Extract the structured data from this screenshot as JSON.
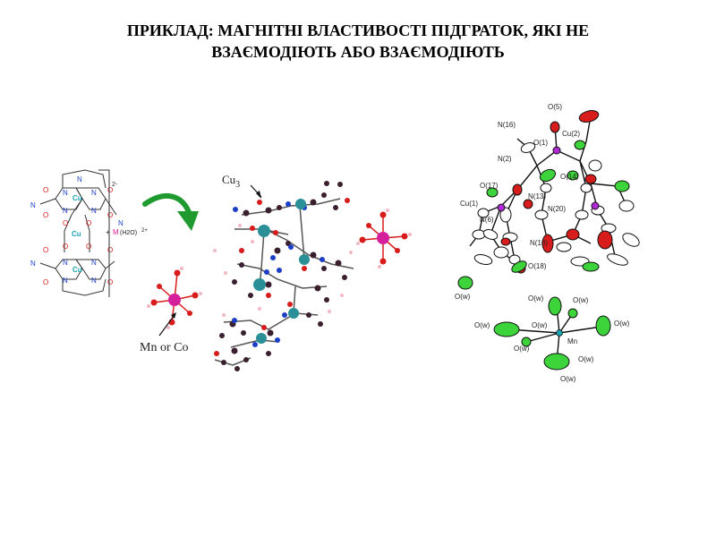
{
  "slide": {
    "title_line1": "ПРИКЛАД: МАГНІТНІ ВЛАСТИВОСТІ ПІДГРАТОК, ЯКІ НЕ",
    "title_line2": "ВЗАЄМОДІЮТЬ АБО ВЗАЄМОДІЮТЬ"
  },
  "scheme": {
    "charge": "2-",
    "cu_atom": "Cu",
    "plus": "+",
    "metal_symbol": "M",
    "hydrate": "(H2O)",
    "hydrate_charge": "2+",
    "n_atom": "N",
    "o_atom": "O",
    "colors": {
      "cu": "#1aa3b0",
      "metal": "#d4209a",
      "nitrogen": "#1c3fc8",
      "oxygen": "#d81c1c",
      "arrow": "#1f9a2e"
    }
  },
  "packing": {
    "cu3_label": "Cu",
    "cu3_sub": "3",
    "mn_co_label": "Mn or Co"
  },
  "ortep": {
    "labels": {
      "o5": "O(5)",
      "n16": "N(16)",
      "cu2": "Cu(2)",
      "o1": "O(1)",
      "n2": "N(2)",
      "o14": "O(14)",
      "o17": "O(17)",
      "n13": "N(13)",
      "cu1": "Cu(1)",
      "n20": "N(20)",
      "n6": "N(6)",
      "n10": "N(10)",
      "o18": "O(18)",
      "ow1": "O(w)",
      "ow2": "O(w)",
      "ow3": "O(w)",
      "ow4": "O(w)",
      "ow5": "O(w)",
      "ow6": "O(w)",
      "ow7": "O(w)",
      "ow8": "O(w)",
      "ow9": "O(w)",
      "mn": "Mn"
    }
  }
}
